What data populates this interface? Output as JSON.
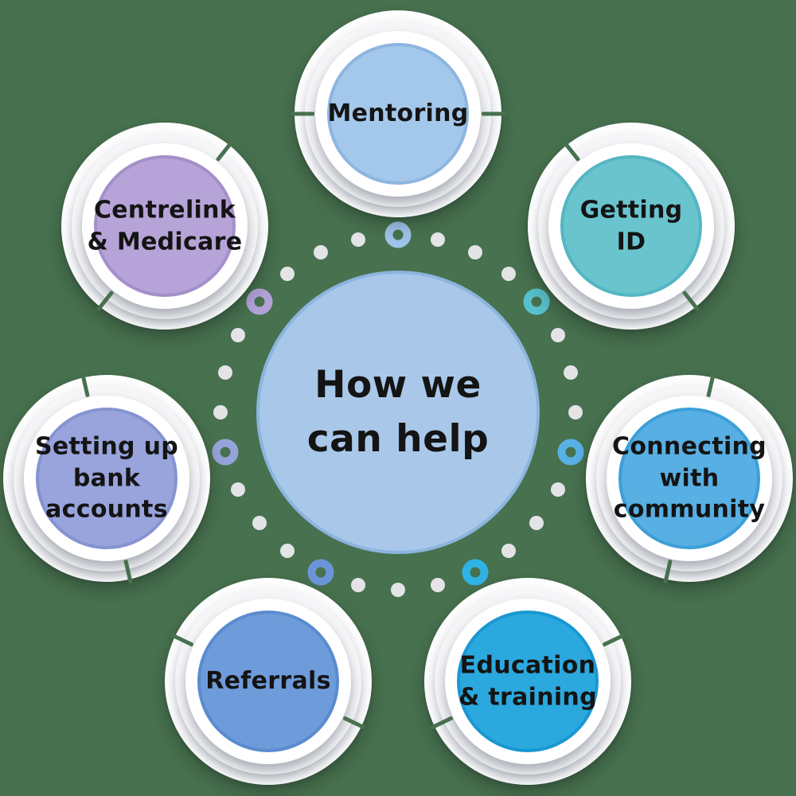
{
  "title": "How we can help",
  "background_color": "#47714F",
  "center": {
    "label": "How we\ncan help",
    "fill": "#A9C8E9",
    "border": "#8CB4DE"
  },
  "satellites": [
    {
      "id": "mentoring",
      "label": "Mentoring",
      "fill": "#A3C8EB",
      "border": "#8DB5DF",
      "ring": "#9FC4E9"
    },
    {
      "id": "getting-id",
      "label": "Getting\nID",
      "fill": "#69C4CE",
      "border": "#54B6C2",
      "ring": "#57C1CD"
    },
    {
      "id": "connecting-with-community",
      "label": "Connecting\nwith\ncommunity",
      "fill": "#57AFE3",
      "border": "#3D9FD8",
      "ring": "#58B1E5"
    },
    {
      "id": "education-and-training",
      "label": "Education\n& training",
      "fill": "#2BA9DF",
      "border": "#1997D2",
      "ring": "#2FB3E4"
    },
    {
      "id": "referrals",
      "label": "Referrals",
      "fill": "#6E9BD9",
      "border": "#5A8BCE",
      "ring": "#6A96D8"
    },
    {
      "id": "setting-up-bank-accounts",
      "label": "Setting up\nbank\naccounts",
      "fill": "#98A4DB",
      "border": "#8593D1",
      "ring": "#96A3DA"
    },
    {
      "id": "centrelink-and-medicare",
      "label": "Centrelink\n& Medicare",
      "fill": "#B6A3D7",
      "border": "#A48FC9",
      "ring": "#B3A2D8"
    }
  ],
  "decor": {
    "dot_color": "#E4E4E7"
  }
}
